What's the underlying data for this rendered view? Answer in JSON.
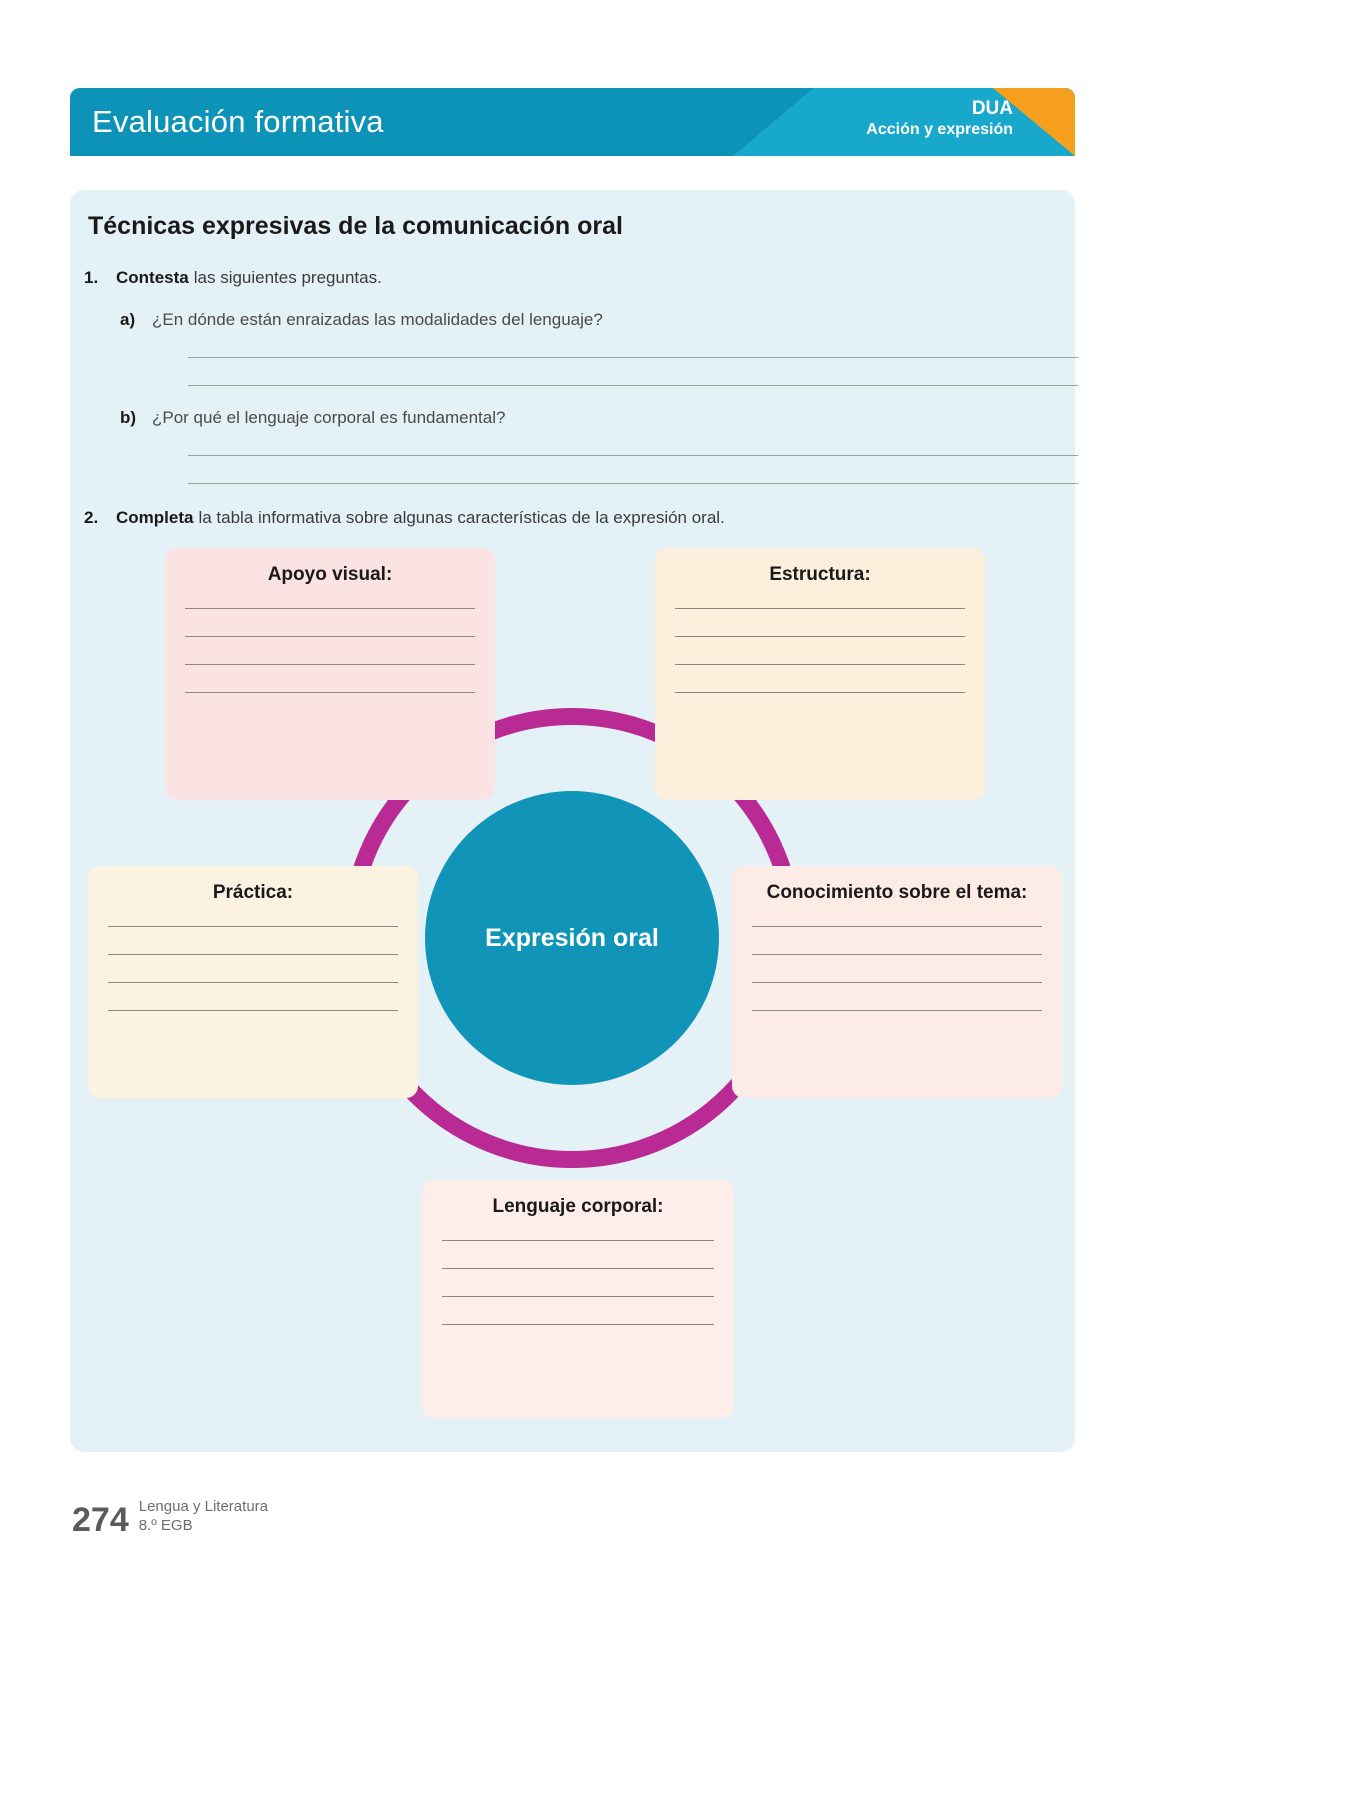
{
  "header": {
    "title": "Evaluación formativa",
    "dua_main": "DUA",
    "dua_sub": "Acción y expresión",
    "colors": {
      "teal_dark": "#0d93b8",
      "teal_light": "#18a8cc",
      "orange": "#f6a01e"
    }
  },
  "panel": {
    "background": "#e4f1f6",
    "section_title": "Técnicas expresivas de la comunicación oral"
  },
  "questions": [
    {
      "number": "1.",
      "verb": "Contesta",
      "text": "las siguientes preguntas.",
      "subquestions": [
        {
          "letter": "a)",
          "text": "¿En dónde están enraizadas las modalidades del lenguaje?",
          "lines": 2
        },
        {
          "letter": "b)",
          "text": "¿Por qué el lenguaje corporal es fundamental?",
          "lines": 2
        }
      ]
    },
    {
      "number": "2.",
      "verb": "Completa",
      "text": "la tabla informativa sobre algunas características de la expresión oral."
    }
  ],
  "diagram": {
    "center_label": "Expresión oral",
    "center_color": "#1095b9",
    "ring_color": "#ba2a95",
    "nodes": [
      {
        "id": "apoyo-visual",
        "label": "Apoyo visual:",
        "color": "#fbe3e4",
        "lines": 4
      },
      {
        "id": "estructura",
        "label": "Estructura:",
        "color": "#fcf0dc",
        "lines": 4
      },
      {
        "id": "practica",
        "label": "Práctica:",
        "color": "#fbf2e1",
        "lines": 4
      },
      {
        "id": "conocimiento",
        "label": "Conocimiento sobre el tema:",
        "color": "#fdece6",
        "lines": 4
      },
      {
        "id": "lenguaje-corporal",
        "label": "Lenguaje corporal:",
        "color": "#fdeee9",
        "lines": 4
      }
    ]
  },
  "footer": {
    "page_number": "274",
    "subject": "Lengua y Literatura",
    "grade": "8.º EGB"
  }
}
